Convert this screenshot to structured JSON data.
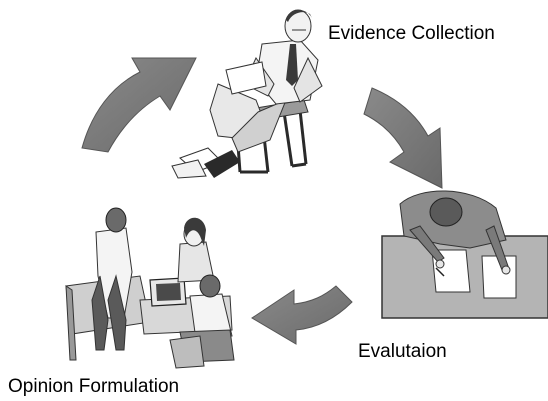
{
  "stages": [
    {
      "id": "evidence",
      "label": "Evidence Collection"
    },
    {
      "id": "evaluation",
      "label": "Evalutaion"
    },
    {
      "id": "opinion",
      "label": "Opinion Formulation"
    }
  ],
  "colors": {
    "arrow": "#7a7a7a",
    "arrow_outline": "#4a4a4a",
    "desk": "#b4b4b4",
    "dark": "#2a2a2a",
    "mid": "#8c8c8c",
    "light": "#e6e6e6"
  }
}
